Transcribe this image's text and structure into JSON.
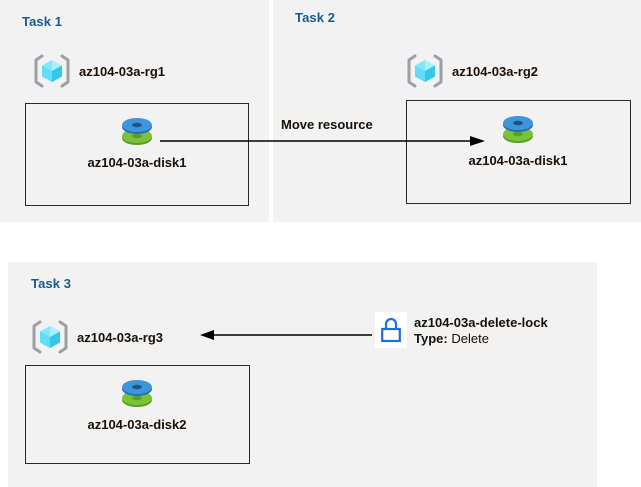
{
  "diagram": {
    "title_color": "#1b5a8e",
    "panel_bg": "#f2f2f2",
    "page_bg": "#ffffff",
    "line_color": "#000000",
    "lock_color": "#1a6fe0",
    "disk_blue": "#3a8fd9",
    "disk_green": "#73b72a",
    "rg_cube_color": "#6fe4f7",
    "rg_bracket_color": "#9aa0a6"
  },
  "panels": [
    {
      "id": "task1",
      "title": "Task 1",
      "resource_group": {
        "name": "az104-03a-rg1",
        "icon": "resource-group-icon"
      },
      "resources": [
        {
          "name": "az104-03a-disk1",
          "icon": "managed-disk-icon"
        }
      ]
    },
    {
      "id": "task2",
      "title": "Task 2",
      "resource_group": {
        "name": "az104-03a-rg2",
        "icon": "resource-group-icon"
      },
      "resources": [
        {
          "name": "az104-03a-disk1",
          "icon": "managed-disk-icon"
        }
      ]
    },
    {
      "id": "task3",
      "title": "Task 3",
      "resource_group": {
        "name": "az104-03a-rg3",
        "icon": "resource-group-icon"
      },
      "resources": [
        {
          "name": "az104-03a-disk2",
          "icon": "managed-disk-icon"
        }
      ],
      "lock": {
        "name": "az104-03a-delete-lock",
        "type_label": "Type:",
        "type_value": "Delete",
        "icon": "lock-icon"
      }
    }
  ],
  "connectors": [
    {
      "id": "move-resource",
      "label": "Move resource",
      "direction": "right",
      "from": "az104-03a-disk1 (Task 1)",
      "to": "az104-03a-disk1 (Task 2)"
    },
    {
      "id": "lock-applies-to",
      "label": "",
      "direction": "left",
      "from": "az104-03a-delete-lock",
      "to": "az104-03a-rg3"
    }
  ]
}
